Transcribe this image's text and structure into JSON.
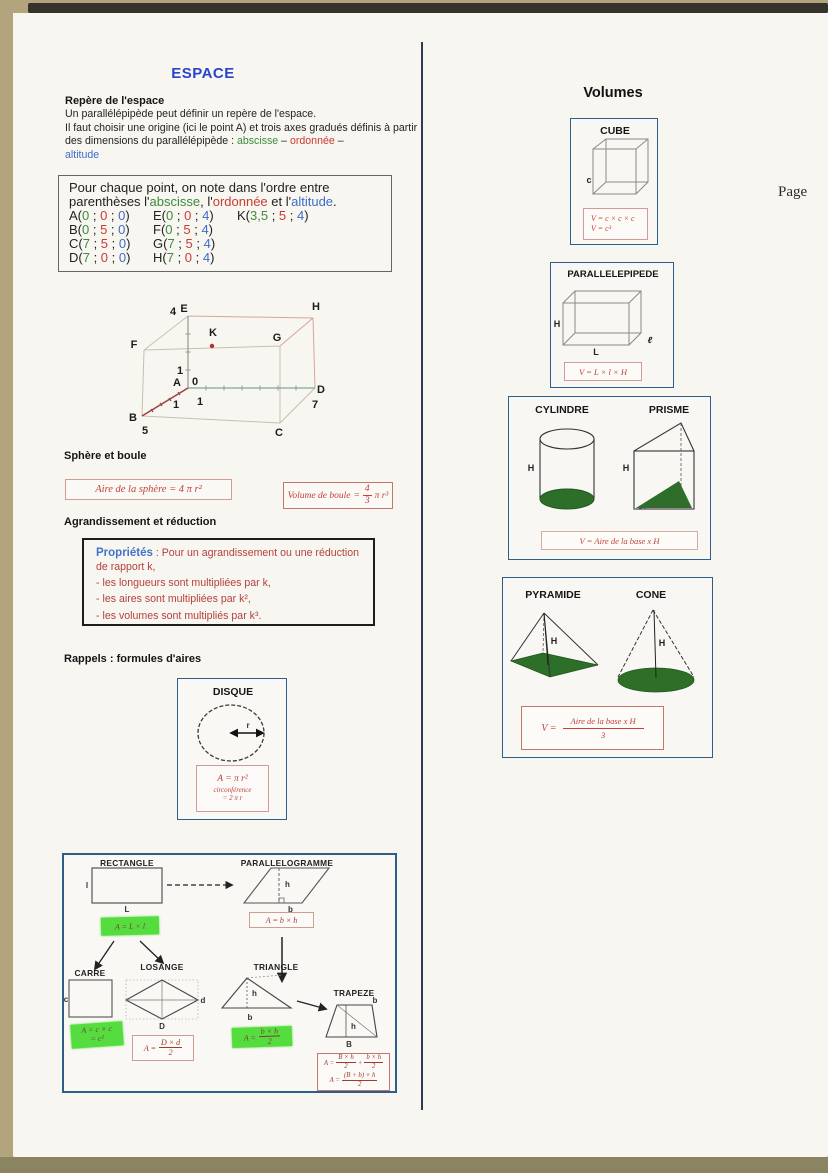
{
  "page_label": "Page",
  "left": {
    "title": "ESPACE",
    "repere_heading": "Repère de l'espace",
    "repere_line1": "Un parallélépipède peut définir un repère de l'espace.",
    "repere_line2": "Il faut choisir une origine (ici le point A) et trois axes gradués définis à partir des dimensions du parallélépipède : ",
    "word_abscisse": "abscisse",
    "sep_dash": " – ",
    "word_ordonnee": "ordonnée",
    "word_altitude": "altitude",
    "points_box": {
      "intro1": "Pour chaque point, on note dans l'ordre entre",
      "intro2_pre": "parenthèses  l'",
      "intro2_abscisse": "abscisse",
      "intro2_mid1": ", l'",
      "intro2_ordonnee": "ordonnée",
      "intro2_mid2": " et l'",
      "intro2_altitude": "altitude",
      "intro2_end": ".",
      "points": [
        {
          "name": "A",
          "x": "0",
          "y": "0",
          "z": "0"
        },
        {
          "name": "B",
          "x": "0",
          "y": "5",
          "z": "0"
        },
        {
          "name": "C",
          "x": "7",
          "y": "5",
          "z": "0"
        },
        {
          "name": "D",
          "x": "7",
          "y": "0",
          "z": "0"
        },
        {
          "name": "E",
          "x": "0",
          "y": "0",
          "z": "4"
        },
        {
          "name": "F",
          "x": "0",
          "y": "5",
          "z": "4"
        },
        {
          "name": "G",
          "x": "7",
          "y": "5",
          "z": "4"
        },
        {
          "name": "H",
          "x": "7",
          "y": "0",
          "z": "4"
        },
        {
          "name": "K",
          "x": "3,5",
          "y": "5",
          "z": "4"
        }
      ]
    },
    "figure": {
      "labels": {
        "A": "A",
        "B": "B",
        "C": "C",
        "D": "D",
        "E": "E",
        "F": "F",
        "G": "G",
        "H": "H",
        "K": "K"
      },
      "ticks": {
        "origin": "0",
        "x1": "1",
        "y1": "1",
        "z1": "1",
        "z4": "4",
        "y5": "5",
        "x7": "7"
      }
    },
    "sphere_heading": "Sphère et boule",
    "sphere_box": {
      "label": "Aire de la sphère",
      "value": "=  4 π r²"
    },
    "boule_box": {
      "label": "Volume de boule",
      "eq": "=",
      "num": "4",
      "den": "3",
      "tail": "π r³"
    },
    "agrand_heading": "Agrandissement et réduction",
    "prop_box": {
      "title": "Propriétés",
      "intro": " : Pour un agrandissement ou une réduction de rapport k,",
      "items": [
        "- les longueurs sont multipliées par k,",
        "- les aires sont multipliées par k²,",
        "- les volumes sont multipliés par k³."
      ]
    },
    "rappels_heading": "Rappels : formules d'aires",
    "disque": {
      "title": "DISQUE",
      "radius_label": "r",
      "formula": "A = π r²",
      "circ1": "circonférence",
      "circ2": "= 2 π r"
    },
    "shapes": {
      "rectangle": {
        "title": "RECTANGLE",
        "side": "l",
        "base": "L",
        "formula": "A = L × l"
      },
      "parallelogramme": {
        "title": "PARALLELOGRAMME",
        "h": "h",
        "b": "b",
        "formula": "A = b × h"
      },
      "carre": {
        "title": "CARRE",
        "side": "c",
        "formula1": "A = c × c",
        "formula2": "= c²"
      },
      "losange": {
        "title": "LOSANGE",
        "d_small": "d",
        "d_big": "D",
        "f_lhs": "A =",
        "f_num": "D × d",
        "f_den": "2"
      },
      "triangle": {
        "title": "TRIANGLE",
        "h": "h",
        "b": "b",
        "f_lhs": "A =",
        "f_num": "b × h",
        "f_den": "2"
      },
      "trapeze": {
        "title": "TRAPEZE",
        "b": "b",
        "h": "h",
        "B": "B",
        "f1_lhs": "A =",
        "f1_num1": "B × h",
        "f1_den1": "2",
        "f1_op": "+",
        "f1_num2": "b × h",
        "f1_den2": "2",
        "f2_lhs": "A =",
        "f2_num": "(B + b) × h",
        "f2_den": "2"
      }
    }
  },
  "right": {
    "title": "Volumes",
    "cube": {
      "title": "CUBE",
      "edge": "c",
      "line1": "V = c × c × c",
      "line2": "V = c³"
    },
    "parallelepipede": {
      "title": "PARALLELEPIPEDE",
      "H": "H",
      "L": "L",
      "l": "ℓ",
      "formula": "V = L × l × H"
    },
    "cylindre_prisme": {
      "title1": "CYLINDRE",
      "title2": "PRISME",
      "H1": "H",
      "H2": "H",
      "formula": "V = Aire de la base x H"
    },
    "pyramide_cone": {
      "title1": "PYRAMIDE",
      "title2": "CONE",
      "H1": "H",
      "H2": "H",
      "f_lhs": "V =",
      "f_num": "Aire de la base x H",
      "f_den": "3"
    }
  }
}
